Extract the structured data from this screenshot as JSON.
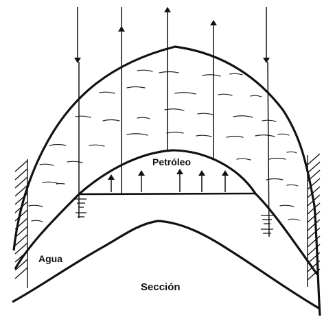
{
  "labels": {
    "oil": "Petróleo",
    "water": "Agua",
    "section": "Sección"
  },
  "colors": {
    "ink": "#111111",
    "background": "#ffffff"
  }
}
